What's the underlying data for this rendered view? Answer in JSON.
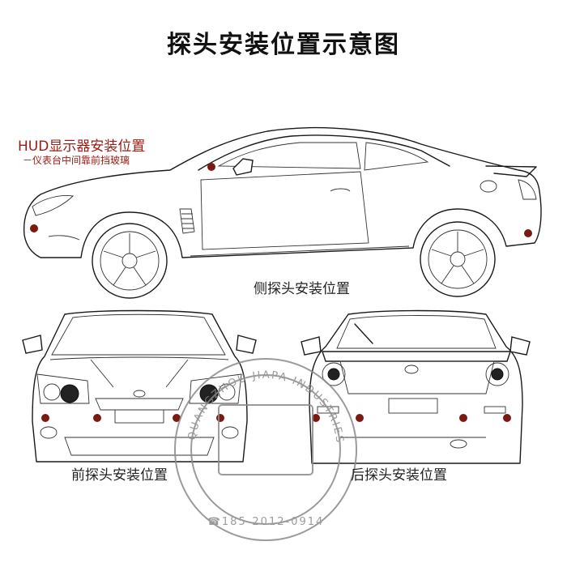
{
  "title": "探头安装位置示意图",
  "hud": {
    "label": "HUD显示器安装位置",
    "sublabel": "－仪表台中间靠前挡玻璃"
  },
  "labels": {
    "side": "侧探头安装位置",
    "front": "前探头安装位置",
    "rear": "后探头安装位置"
  },
  "stamp": {
    "top_text": "QUANGZHOU JIAPA INDUSTRIES CO.,",
    "phone": "☎185-2012-0914"
  },
  "colors": {
    "marker": "#7a1a12",
    "hud_text": "#9b1a12"
  }
}
